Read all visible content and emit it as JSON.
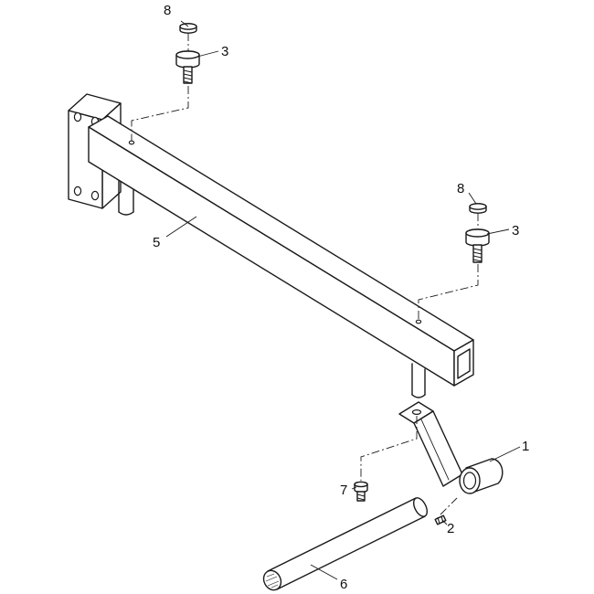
{
  "callouts": {
    "c1": "1",
    "c2": "2",
    "c3a": "3",
    "c3b": "3",
    "c5": "5",
    "c6": "6",
    "c7": "7",
    "c8a": "8",
    "c8b": "8"
  }
}
